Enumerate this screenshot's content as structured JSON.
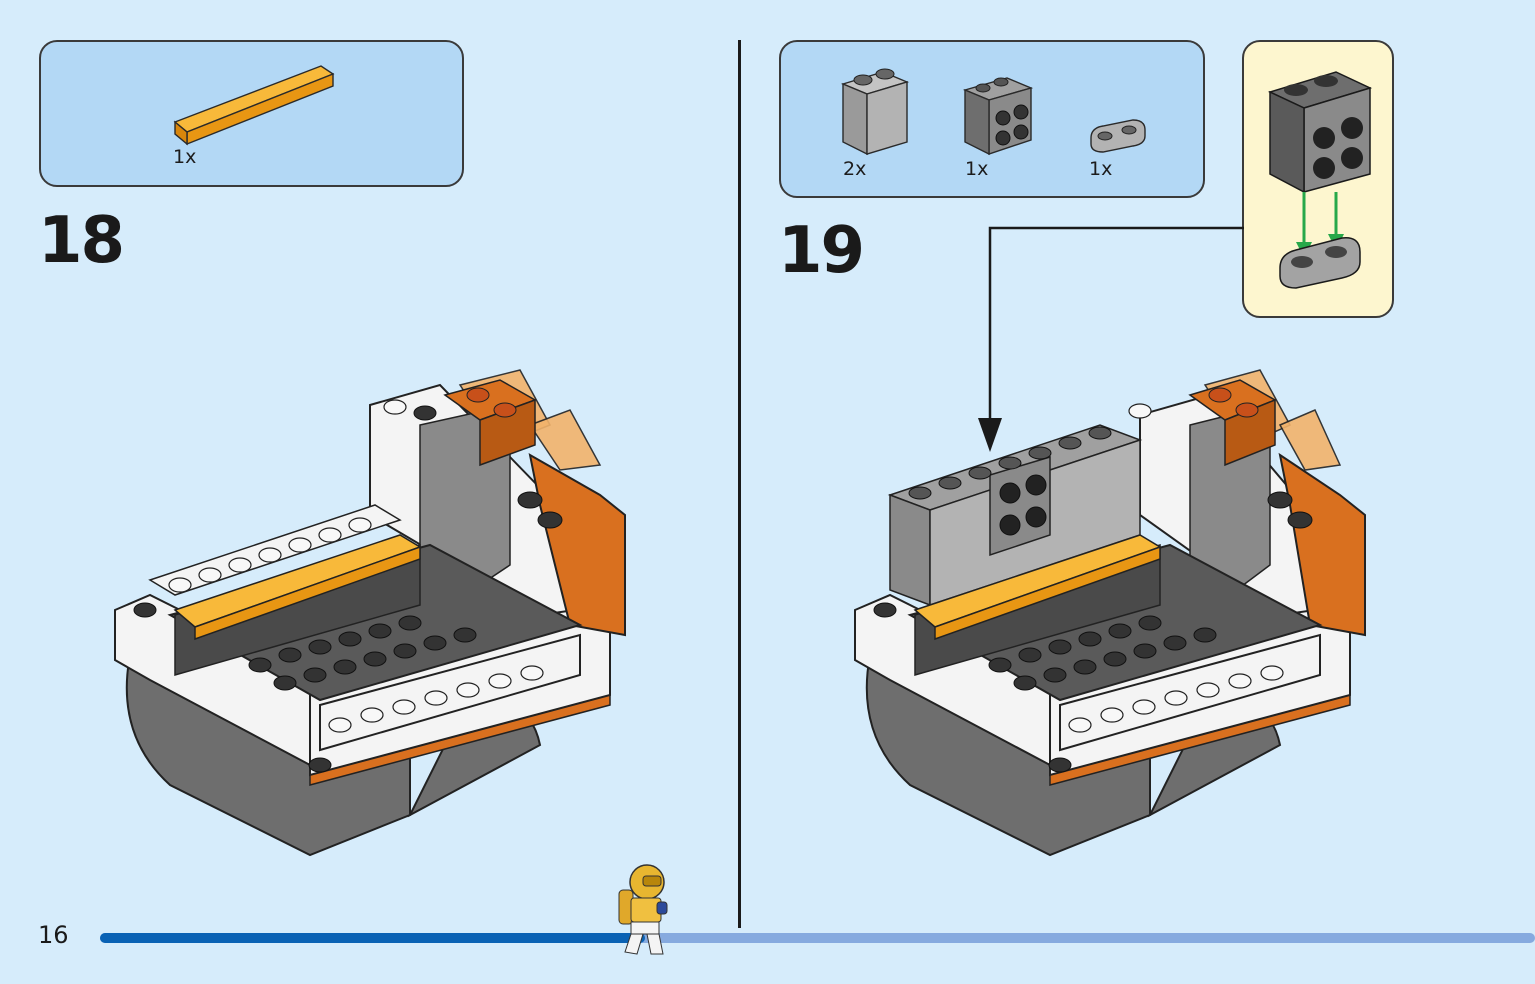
{
  "page": {
    "number": "16",
    "progress": 0.38
  },
  "step18": {
    "number": "18",
    "parts": [
      {
        "qty": "1x",
        "color": "#f5a623",
        "shape": "tile-1x8"
      }
    ]
  },
  "step19": {
    "number": "19",
    "parts": [
      {
        "qty": "2x",
        "color": "#a3a3a3",
        "shape": "brick-1x2x2"
      },
      {
        "qty": "1x",
        "color": "#8a8a8a",
        "shape": "brick-2x2-studs-side"
      },
      {
        "qty": "1x",
        "color": "#a3a3a3",
        "shape": "plate-1x2-rounded"
      }
    ]
  },
  "colors": {
    "background": "#d6ecfb",
    "partbox": "#b3d8f5",
    "callout": "#fdf6cf",
    "progress_done": "#0a62b4",
    "progress_todo": "#86aadf",
    "arrow_green": "#27a84a",
    "orange": "#d9701f",
    "white": "#f5f5f5",
    "dark_gray": "#585858",
    "light_gray": "#a3a3a3"
  },
  "icons": {
    "minifig": "astronaut-minifigure-icon",
    "assembly_arrow": "placement-arrow-icon",
    "green_arrow": "down-arrow-icon"
  }
}
